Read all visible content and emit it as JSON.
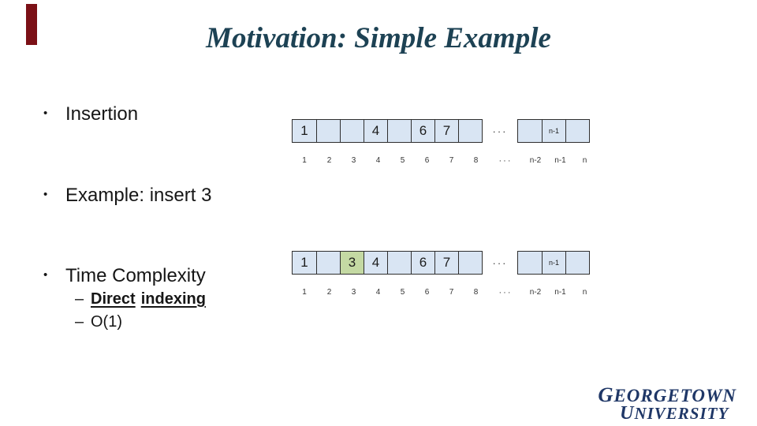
{
  "slide_title": "Motivation: Simple Example",
  "colors": {
    "accent_bar": "#7b1016",
    "title": "#1d4254",
    "cell_fill": "#d9e5f3",
    "cell_highlight": "#c4d9a3",
    "cell_border": "#2e2e2e",
    "logo": "#1f3767"
  },
  "bullets": [
    {
      "marker": "•",
      "label": "Insertion"
    },
    {
      "marker": "•",
      "label": "Example: insert 3"
    },
    {
      "marker": "•",
      "label": "Time Complexity"
    }
  ],
  "sub_bullets": [
    {
      "marker": "–",
      "parts": [
        "Direct",
        "indexing"
      ]
    },
    {
      "marker": "–",
      "label": "O(1)"
    }
  ],
  "diagrams": [
    {
      "name": "array-before-insert",
      "cells": [
        "1",
        "",
        "",
        "4",
        "",
        "6",
        "7",
        ""
      ],
      "highlight_index": -1,
      "gap_ellipsis": "···",
      "tail_cells": [
        "",
        "n-1",
        ""
      ],
      "index_labels": [
        "1",
        "2",
        "3",
        "4",
        "5",
        "6",
        "7",
        "8"
      ],
      "index_ellipsis": "···",
      "tail_index_labels": [
        "n-2",
        "n-1",
        "n"
      ]
    },
    {
      "name": "array-after-insert-3",
      "cells": [
        "1",
        "",
        "3",
        "4",
        "",
        "6",
        "7",
        ""
      ],
      "highlight_index": 2,
      "gap_ellipsis": "···",
      "tail_cells": [
        "",
        "n-1",
        ""
      ],
      "index_labels": [
        "1",
        "2",
        "3",
        "4",
        "5",
        "6",
        "7",
        "8"
      ],
      "index_ellipsis": "···",
      "tail_index_labels": [
        "n-2",
        "n-1",
        "n"
      ]
    }
  ],
  "logo": {
    "line1": "GEORGETOWN",
    "line2": "UNIVERSITY"
  }
}
